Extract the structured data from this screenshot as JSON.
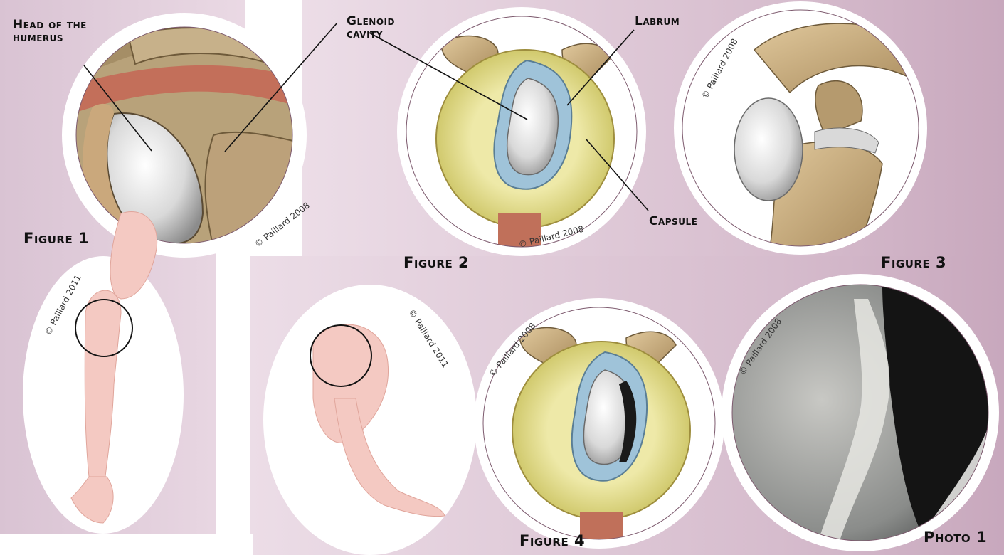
{
  "labels": {
    "head_of_humerus": [
      "Head of the",
      "humerus"
    ],
    "glenoid_cavity": [
      "Glenoid",
      "cavity"
    ],
    "labrum": "Labrum",
    "capsule": "Capsule"
  },
  "figures": {
    "figure1": "Figure 1",
    "figure2": "Figure 2",
    "figure3": "Figure 3",
    "figure4": "Figure 4",
    "photo1": "Photo 1"
  },
  "copyrights": {
    "fig1_closeup": "© Paillard 2008",
    "fig2": "© Paillard 2008",
    "fig3": "© Paillard 2008",
    "fig1_arm": "© Paillard 2011",
    "fig4_arm": "© Paillard 2011",
    "fig4_joint": "© Paillard 2008",
    "photo1": "© Paillard 2008"
  },
  "colors": {
    "background_mauve": "#d7c0d0",
    "bone": "#c9a97a",
    "cartilage": "#d8d8d8",
    "labrum_blue": "#9fc3d9",
    "capsule_yellow": "#e6df8e",
    "muscle": "#c0705a",
    "skin": "#f4c9c2"
  }
}
